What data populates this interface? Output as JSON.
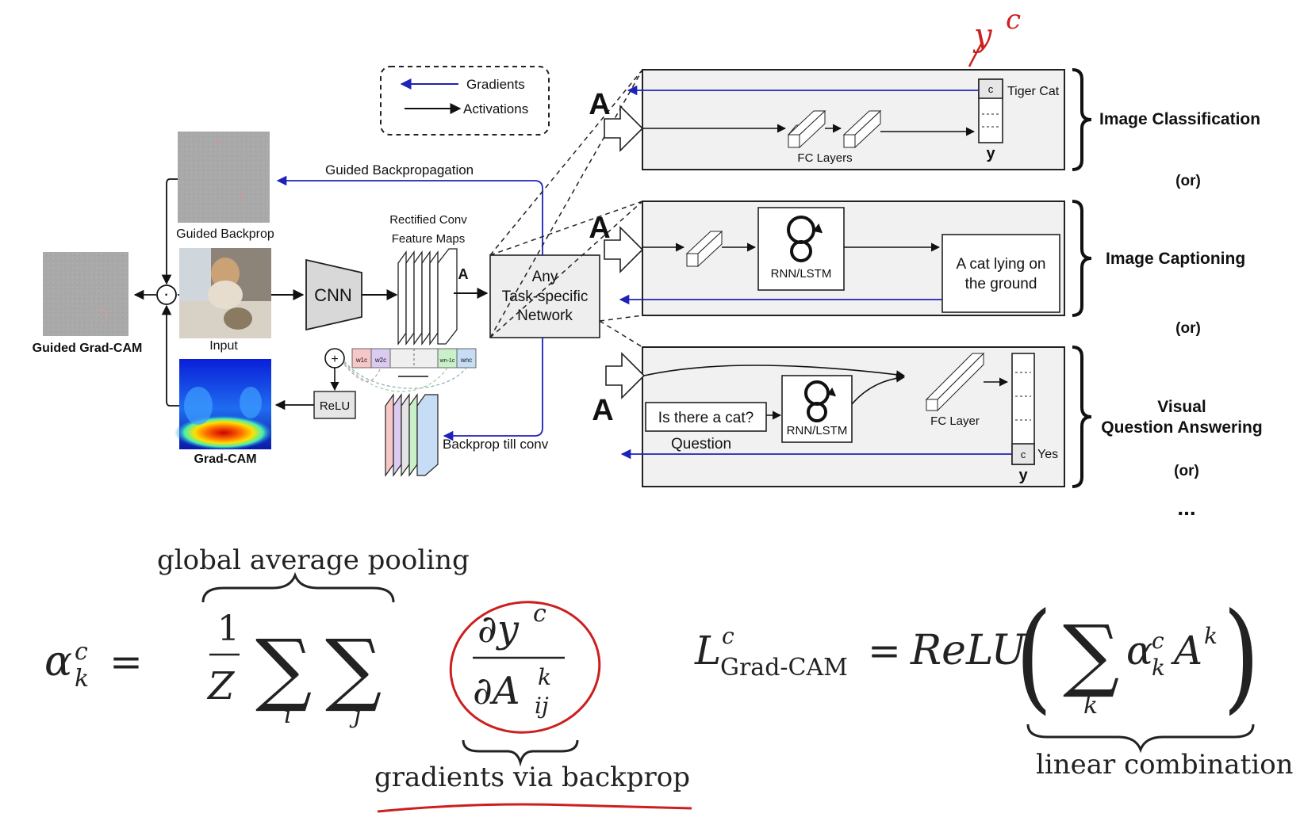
{
  "legend": {
    "gradients": "Gradients",
    "activations": "Activations"
  },
  "colors": {
    "gradient": "#1f22b8",
    "activation": "#111111",
    "annotation": "#cc1f1f",
    "panel": "#f1f1f1"
  },
  "left": {
    "guided_backprop_label": "Guided Backprop",
    "input_label": "Input",
    "gradcam_label": "Grad-CAM",
    "guided_gradcam_label": "Guided Grad-CAM",
    "cnn_label": "CNN",
    "rectified_label_1": "Rectified Conv",
    "rectified_label_2": "Feature Maps",
    "a_label": "A",
    "relu_label": "ReLU",
    "guided_backprop_path_label": "Guided Backpropagation",
    "backprop_till_conv_label": "Backprop till conv",
    "network_label_1": "Any",
    "network_label_2": "Task-specific",
    "network_label_3": "Network",
    "plus_symbol": "+",
    "dot_symbol": "·",
    "weights": [
      "w1c",
      "w2c",
      "wn-1c",
      "wnc"
    ]
  },
  "panels": {
    "classification": {
      "a_label": "A",
      "fc_label": "FC Layers",
      "c_label": "c",
      "class_label": "Tiger Cat",
      "y_label": "y",
      "title": "Image Classification"
    },
    "captioning": {
      "a_label": "A",
      "rnn_label": "RNN/LSTM",
      "caption_1": "A cat lying on",
      "caption_2": "the ground",
      "title": "Image Captioning"
    },
    "vqa": {
      "a_label": "A",
      "question_text": "Is there a cat?",
      "question_label": "Question",
      "rnn_label": "RNN/LSTM",
      "fc_label": "FC Layer",
      "c_label": "c",
      "answer_label": "Yes",
      "y_label": "y",
      "title_1": "Visual",
      "title_2": "Question Answering"
    },
    "or_label": "(or)",
    "ellipsis": "..."
  },
  "annotation": {
    "y": "y",
    "c": "c"
  },
  "equations": {
    "global_average_pooling": "global average pooling",
    "gradients_via_backprop": "gradients via backprop",
    "linear_combination": "linear combination",
    "alpha": "α",
    "k": "k",
    "c": "c",
    "equals": "=",
    "one": "1",
    "Z": "Z",
    "sum": "∑",
    "i": "i",
    "j": "j",
    "partial_y": "∂y",
    "partial_A": "∂A",
    "ij": "ij",
    "L": "L",
    "gradcam_sub": "Grad-CAM",
    "relu": "ReLU",
    "A": "A",
    "lparen": "(",
    "rparen": ")"
  }
}
